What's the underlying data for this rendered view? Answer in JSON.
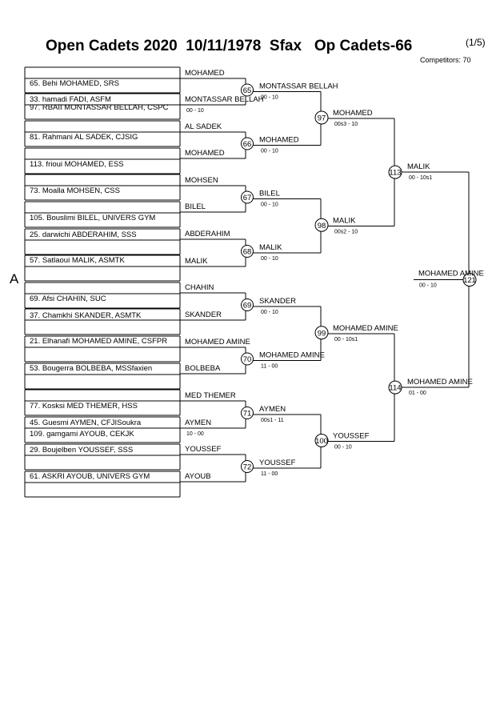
{
  "header": {
    "title": "Open Cadets 2020  10/11/1978  Sfax   Op Cadets-66",
    "page": "(1/5)",
    "competitors": "Competitors: 70"
  },
  "pool_label": "A",
  "entries": [
    "",
    "65. Behi MOHAMED, SRS",
    "33. hamadi FADI, ASFM",
    "97. RBAII MONTASSAR BELLAH, CSPC",
    "",
    "81. Rahmani AL SADEK, CJSIG",
    "",
    "113. frioui MOHAMED, ESS",
    "",
    "73. Moalla MOHSEN, CSS",
    "",
    "105. Bouslimi BILEL, UNIVERS GYM",
    "25. darwichi ABDERAHIM, SSS",
    "",
    "",
    "57. Satlaoui MALIK, ASMTK",
    "",
    "69. Afsi CHAHIN, SUC",
    "",
    "37. Chamkhi SKANDER, ASMTK",
    "",
    "21. Elhanafi MOHAMED AMINE, CSFPR",
    "",
    "53. Bougerra BOLBEBA, MSSfaxien",
    "",
    "77. Kosksi MED THEMER, HSS",
    "45. Guesmi AYMEN, CFJISoukra",
    "109. gamgami AYOUB, CEKJK",
    "29. Boujelben YOUSSEF, SSS",
    "",
    "",
    "61. ASKRI AYOUB, UNIVERS GYM",
    ""
  ],
  "pre_round": [
    {
      "name": "MOHAMED",
      "score": ""
    },
    {
      "name": "MONTASSAR BELLAH",
      "score": "00 - 10"
    },
    {
      "name": "AL SADEK",
      "score": ""
    },
    {
      "name": "MOHAMED",
      "score": ""
    },
    {
      "name": "MOHSEN",
      "score": ""
    },
    {
      "name": "BILEL",
      "score": ""
    },
    {
      "name": "ABDERAHIM",
      "score": ""
    },
    {
      "name": "MALIK",
      "score": ""
    },
    {
      "name": "CHAHIN",
      "score": ""
    },
    {
      "name": "SKANDER",
      "score": ""
    },
    {
      "name": "MOHAMED AMINE",
      "score": ""
    },
    {
      "name": "BOLBEBA",
      "score": ""
    },
    {
      "name": "MED THEMER",
      "score": ""
    },
    {
      "name": "AYMEN",
      "score": "10 - 00"
    },
    {
      "name": "YOUSSEF",
      "score": ""
    },
    {
      "name": "AYOUB",
      "score": ""
    }
  ],
  "round1": [
    {
      "num": "65",
      "winner": "MONTASSAR BELLAH",
      "score": "00 - 10"
    },
    {
      "num": "66",
      "winner": "MOHAMED",
      "score": "00 - 10"
    },
    {
      "num": "67",
      "winner": "BILEL",
      "score": "00 - 10"
    },
    {
      "num": "68",
      "winner": "MALIK",
      "score": "00 - 10"
    },
    {
      "num": "69",
      "winner": "SKANDER",
      "score": "00 - 10"
    },
    {
      "num": "70",
      "winner": "MOHAMED AMINE",
      "score": "11 - 00"
    },
    {
      "num": "71",
      "winner": "AYMEN",
      "score": "00s1 - 11"
    },
    {
      "num": "72",
      "winner": "YOUSSEF",
      "score": "11 - 00"
    }
  ],
  "round2": [
    {
      "num": "97",
      "winner": "MOHAMED",
      "score": "00s3 - 10"
    },
    {
      "num": "98",
      "winner": "MALIK",
      "score": "00s2 - 10"
    },
    {
      "num": "99",
      "winner": "MOHAMED AMINE",
      "score": "00 - 10s1"
    },
    {
      "num": "100",
      "winner": "YOUSSEF",
      "score": "00 - 10"
    }
  ],
  "round3": [
    {
      "num": "113",
      "winner": "MALIK",
      "score": "00 - 10s1"
    },
    {
      "num": "114",
      "winner": "MOHAMED AMINE",
      "score": "01 - 00"
    }
  ],
  "final": {
    "num": "121",
    "winner": "MOHAMED AMINE",
    "score": "00 - 10"
  }
}
